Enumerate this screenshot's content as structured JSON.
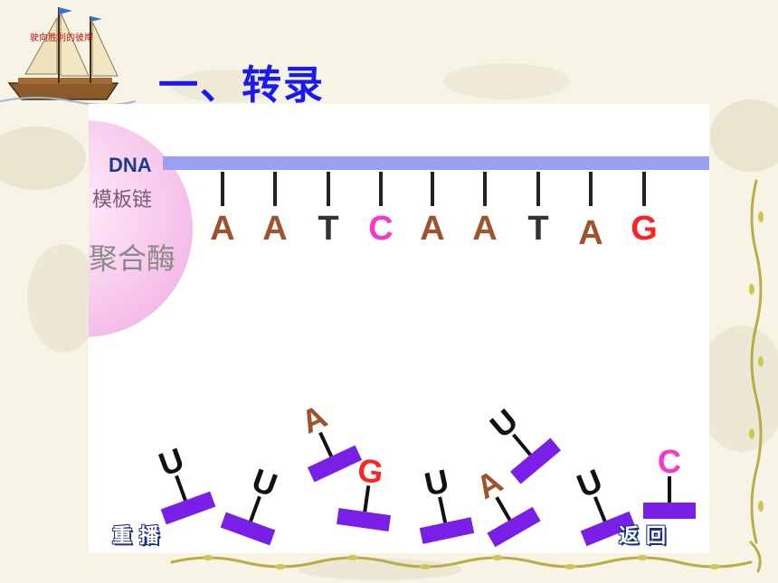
{
  "slide": {
    "title": "一、转录",
    "ship_caption": "驶向胜利的彼岸"
  },
  "diagram": {
    "enzyme_label": "聚合酶",
    "dna_label": "DNA",
    "strand_label": "模板链",
    "template_bases": [
      {
        "base": "A",
        "color": "#a0522d"
      },
      {
        "base": "A",
        "color": "#a0522d"
      },
      {
        "base": "T",
        "color": "#333333"
      },
      {
        "base": "C",
        "color": "#ff33cc"
      },
      {
        "base": "A",
        "color": "#a0522d"
      },
      {
        "base": "A",
        "color": "#a0522d"
      },
      {
        "base": "T",
        "color": "#333333"
      },
      {
        "base": "A",
        "color": "#a0522d"
      },
      {
        "base": "G",
        "color": "#ff2222"
      }
    ],
    "free_nucleotides": [
      {
        "base": "U",
        "color": "#111111"
      },
      {
        "base": "U",
        "color": "#111111"
      },
      {
        "base": "A",
        "color": "#a0522d"
      },
      {
        "base": "G",
        "color": "#ff2222"
      },
      {
        "base": "U",
        "color": "#111111"
      },
      {
        "base": "A",
        "color": "#a0522d"
      },
      {
        "base": "U",
        "color": "#111111"
      },
      {
        "base": "U",
        "color": "#111111"
      },
      {
        "base": "C",
        "color": "#ff33cc"
      }
    ],
    "nucleotide_bar_color": "#7a1fe8",
    "backbone_color": "#9ba0f2"
  },
  "nav": {
    "replay_label": "重播",
    "back_label": "返回"
  }
}
